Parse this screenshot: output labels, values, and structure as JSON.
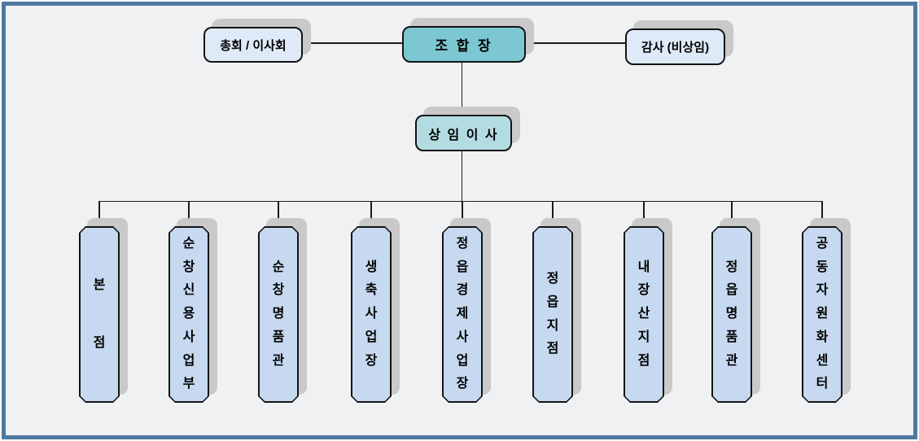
{
  "diagram": {
    "type": "organization-chart",
    "top_row": {
      "assembly_label": "총회 / 이사회",
      "chairman_label": "조 합 장",
      "auditor_label": "감사 (비상임)"
    },
    "middle": {
      "director_label": "상 임 이 사"
    },
    "departments": [
      "본점",
      "순창신용사업부",
      "순창명품관",
      "생축사업장",
      "정읍경제사업장",
      "정읍지점",
      "내장산지점",
      "정읍명품관",
      "공동자원화센터"
    ]
  },
  "colors": {
    "frame_border": "#4e79a0",
    "canvas_background": "#f0f1f3",
    "chairman_fill": "#7cc7d2",
    "director_fill": "#b3dce2",
    "top_box_fill": "#dfeaf9",
    "department_fill": "#c6d9f0",
    "shadow": "#c9c9c9",
    "line": "#1a1a1a"
  }
}
